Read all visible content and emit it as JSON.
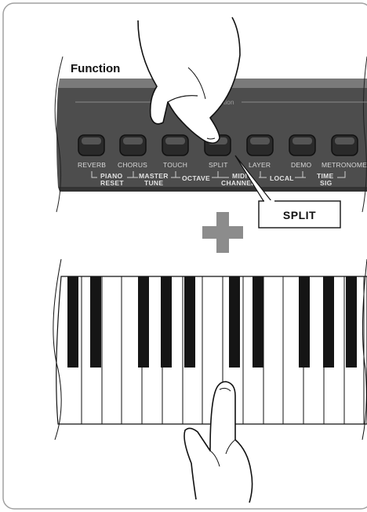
{
  "title": "Function",
  "panel_heading": "Function",
  "buttons": [
    {
      "label": "REVERB"
    },
    {
      "label": "CHORUS"
    },
    {
      "label": "TOUCH"
    },
    {
      "label": "SPLIT"
    },
    {
      "label": "LAYER"
    },
    {
      "label": "DEMO"
    },
    {
      "label": "METRONOME"
    }
  ],
  "sub_labels": {
    "piano_reset": [
      "PIANO",
      "RESET"
    ],
    "master_tune": [
      "MASTER",
      "TUNE"
    ],
    "octave": "OCTAVE",
    "midi_channel": [
      "MIDI",
      "CHANNEL"
    ],
    "local": "LOCAL",
    "time_sig": [
      "TIME",
      "SIG"
    ]
  },
  "callout": "SPLIT",
  "colors": {
    "panel": "#4d4d4d",
    "panel_top": "#6a6a6a",
    "plus": "#8c8c8c",
    "frame": "#9a9a9a",
    "black_key": "#151515"
  },
  "icons": [
    "pointing-hand-icon",
    "plus-icon",
    "pointing-hand-icon"
  ]
}
